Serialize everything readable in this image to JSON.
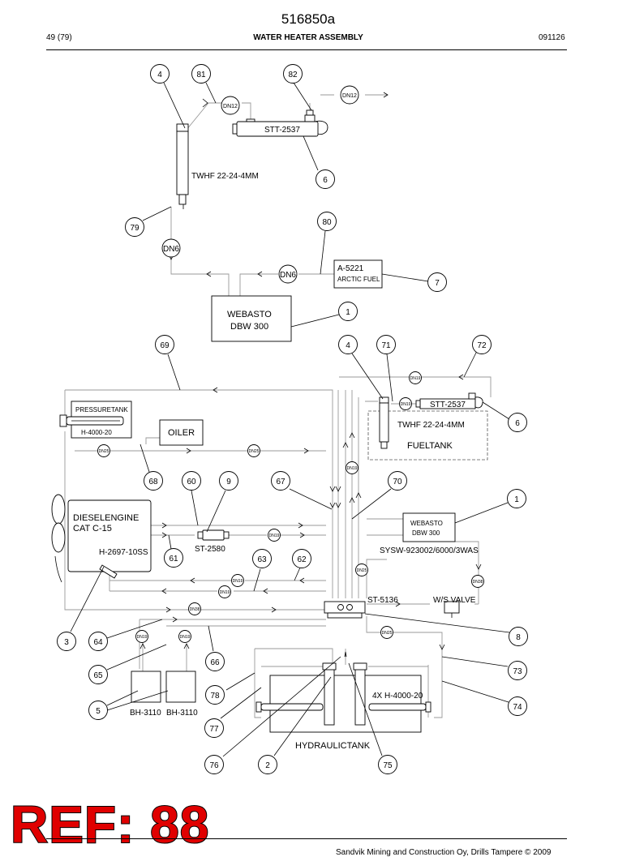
{
  "header": {
    "doc_number": "516850a",
    "page": "49 (79)",
    "title": "WATER HEATER ASSEMBLY",
    "date": "091126"
  },
  "footer": {
    "copyright": "Sandvik Mining and Construction Oy, Drills Tampere © 2009"
  },
  "stamp": {
    "text": "REF: 88",
    "color": "#e00000"
  },
  "balloons": [
    "4",
    "81",
    "82",
    "6",
    "79",
    "80",
    "7",
    "1",
    "69",
    "4",
    "71",
    "72",
    "6",
    "68",
    "60",
    "9",
    "67",
    "70",
    "1",
    "61",
    "63",
    "62",
    "3",
    "64",
    "8",
    "65",
    "66",
    "73",
    "78",
    "74",
    "5",
    "77",
    "76",
    "2",
    "75"
  ],
  "component_labels": {
    "stt_upper": "STT-2537",
    "twhf_upper": "TWHF 22-24-4MM",
    "a5221": "A-5221",
    "arctic_fuel": "ARCTIC FUEL",
    "webasto_upper_1": "WEBASTO",
    "webasto_upper_2": "DBW 300",
    "pressuretank": "PRESSURETANK",
    "h4000_20": "H-4000-20",
    "oiler": "OILER",
    "twhf_lower": "TWHF 22-24-4MM",
    "fueltank": "FUELTANK",
    "stt_lower": "STT-2537",
    "dieselengine_1": "DIESELENGINE",
    "dieselengine_2": "CAT C-15",
    "h2697": "H-2697-10SS",
    "st2580": "ST-2580",
    "webasto_lower_1": "WEBASTO",
    "webasto_lower_2": "DBW 300",
    "sysw": "SYSW-923002/6000/3WAS",
    "st5136": "ST-5136",
    "ws_valve": "W/S VALVE",
    "h4000_4x": "4X H-4000-20",
    "hydraulictank": "HYDRAULICTANK",
    "bh3110_a": "BH-3110",
    "bh3110_b": "BH-3110"
  },
  "hose_tags": [
    "DN12",
    "DN12",
    "DN6",
    "DN6",
    "DN19",
    "DN19",
    "DN25",
    "DN25",
    "DN19",
    "DN19",
    "DN19",
    "DN19",
    "DN25",
    "DN38",
    "DN38",
    "DN19",
    "DN19",
    "DN25"
  ]
}
